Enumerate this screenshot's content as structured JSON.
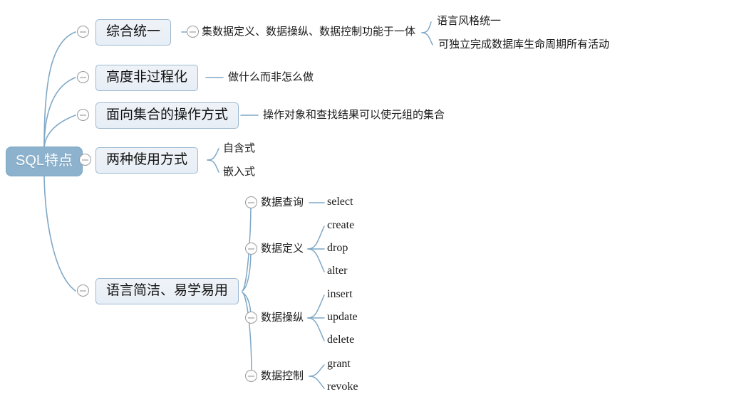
{
  "document": {
    "type": "mindmap",
    "background_color": "#ffffff",
    "root_fill": "#8cb2cd",
    "root_text_color": "#ffffff",
    "topic_fill": "#eef2f7",
    "topic_border": "#9bb8d0",
    "link_color": "#7fa8c6"
  },
  "root": {
    "label": "SQL特点"
  },
  "branches": [
    {
      "id": "b1",
      "label": "综合统一",
      "children": [
        {
          "label": "集数据定义、数据操纵、数据控制功能于一体",
          "children": [
            {
              "label": "语言风格统一"
            },
            {
              "label": "可独立完成数据库生命周期所有活动"
            }
          ]
        }
      ]
    },
    {
      "id": "b2",
      "label": "高度非过程化",
      "children": [
        {
          "label": "做什么而非怎么做"
        }
      ]
    },
    {
      "id": "b3",
      "label": "面向集合的操作方式",
      "children": [
        {
          "label": "操作对象和查找结果可以使元组的集合"
        }
      ]
    },
    {
      "id": "b4",
      "label": "两种使用方式",
      "children": [
        {
          "label": "自含式"
        },
        {
          "label": "嵌入式"
        }
      ]
    },
    {
      "id": "b5",
      "label": "语言简洁、易学易用",
      "children": [
        {
          "label": "数据查询",
          "children": [
            {
              "label": "select"
            }
          ]
        },
        {
          "label": "数据定义",
          "children": [
            {
              "label": "create"
            },
            {
              "label": "drop"
            },
            {
              "label": "alter"
            }
          ]
        },
        {
          "label": "数据操纵",
          "children": [
            {
              "label": "insert"
            },
            {
              "label": "update"
            },
            {
              "label": "delete"
            }
          ]
        },
        {
          "label": "数据控制",
          "children": [
            {
              "label": "grant"
            },
            {
              "label": "revoke"
            }
          ]
        }
      ]
    }
  ],
  "icons": {
    "collapse": "minus-circle-icon"
  }
}
